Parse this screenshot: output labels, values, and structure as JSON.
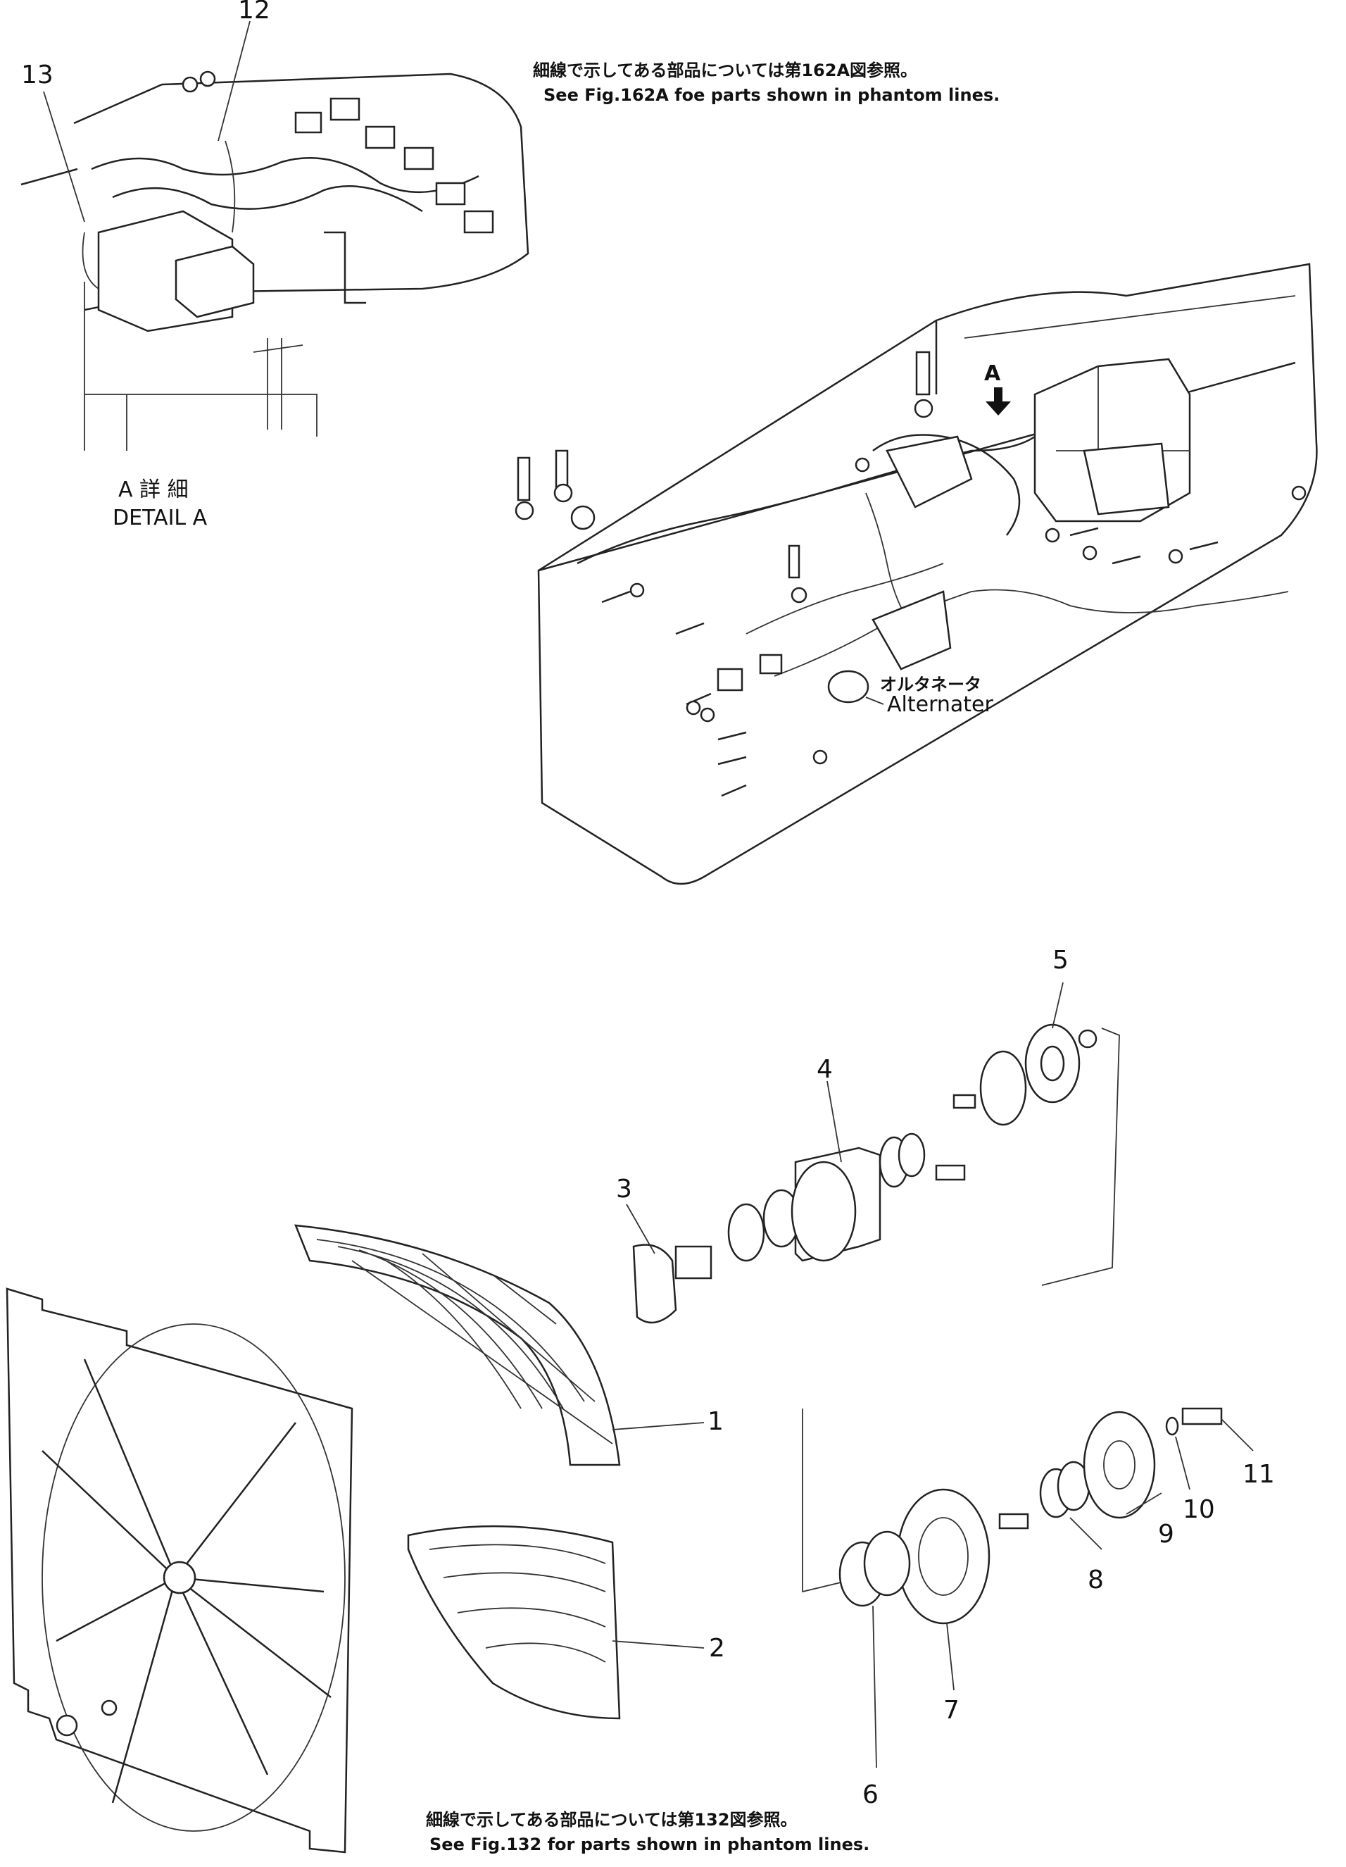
{
  "notes": {
    "top_jp": "細線で示してある部品については第162A図参照。",
    "top_en": "See Fig.162A foe parts shown in phantom lines.",
    "bottom_jp": "細線で示してある部品については第132図参照。",
    "bottom_en": "See Fig.132 for parts shown in phantom lines."
  },
  "detail": {
    "jp": "A 詳 細",
    "en": "DETAIL A",
    "arrow_label": "A"
  },
  "labels": {
    "alternator_jp": "オルタネータ",
    "alternator_en": "Alternater"
  },
  "callouts": [
    "1",
    "2",
    "3",
    "4",
    "5",
    "6",
    "7",
    "8",
    "9",
    "10",
    "11",
    "12",
    "13"
  ]
}
